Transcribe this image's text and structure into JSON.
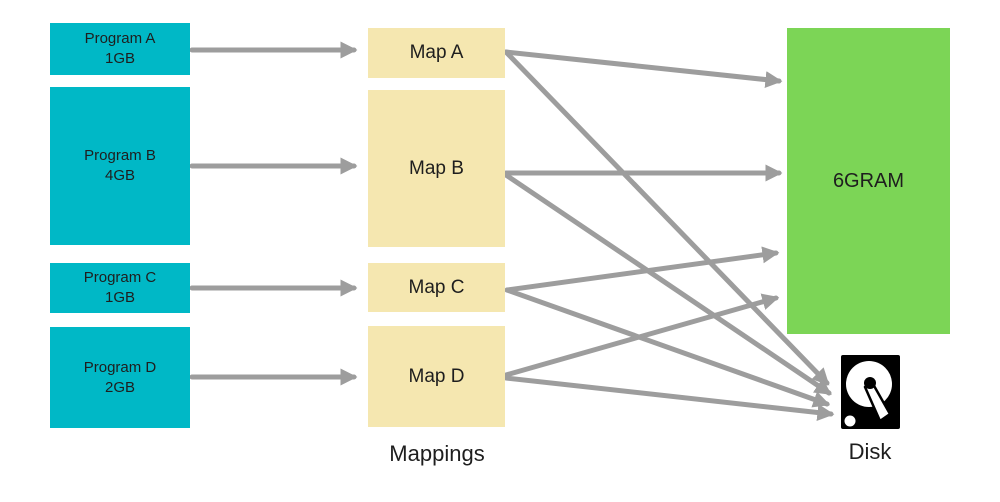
{
  "diagram": {
    "programs": [
      {
        "name": "Program A",
        "size": "1GB"
      },
      {
        "name": "Program B",
        "size": "4GB"
      },
      {
        "name": "Program C",
        "size": "1GB"
      },
      {
        "name": "Program D",
        "size": "2GB"
      }
    ],
    "mappings": [
      {
        "label": "Map A"
      },
      {
        "label": "Map B"
      },
      {
        "label": "Map C"
      },
      {
        "label": "Map D"
      }
    ],
    "mappings_caption": "Mappings",
    "ram_label": "6GRAM",
    "disk_label": "Disk",
    "connections": [
      {
        "from": "Program A",
        "to": "Map A"
      },
      {
        "from": "Program B",
        "to": "Map B"
      },
      {
        "from": "Program C",
        "to": "Map C"
      },
      {
        "from": "Program D",
        "to": "Map D"
      },
      {
        "from": "Map A",
        "to": "6GRAM"
      },
      {
        "from": "Map A",
        "to": "Disk"
      },
      {
        "from": "Map B",
        "to": "6GRAM"
      },
      {
        "from": "Map B",
        "to": "Disk"
      },
      {
        "from": "Map C",
        "to": "6GRAM"
      },
      {
        "from": "Map C",
        "to": "Disk"
      },
      {
        "from": "Map D",
        "to": "6GRAM"
      },
      {
        "from": "Map D",
        "to": "Disk"
      }
    ],
    "colors": {
      "program_fill": "#00b8c6",
      "mapping_fill": "#f5e7b0",
      "ram_fill": "#7cd556",
      "arrow": "#9d9d9d",
      "text": "#1e1e1e",
      "disk_icon_bg": "#000000"
    }
  }
}
